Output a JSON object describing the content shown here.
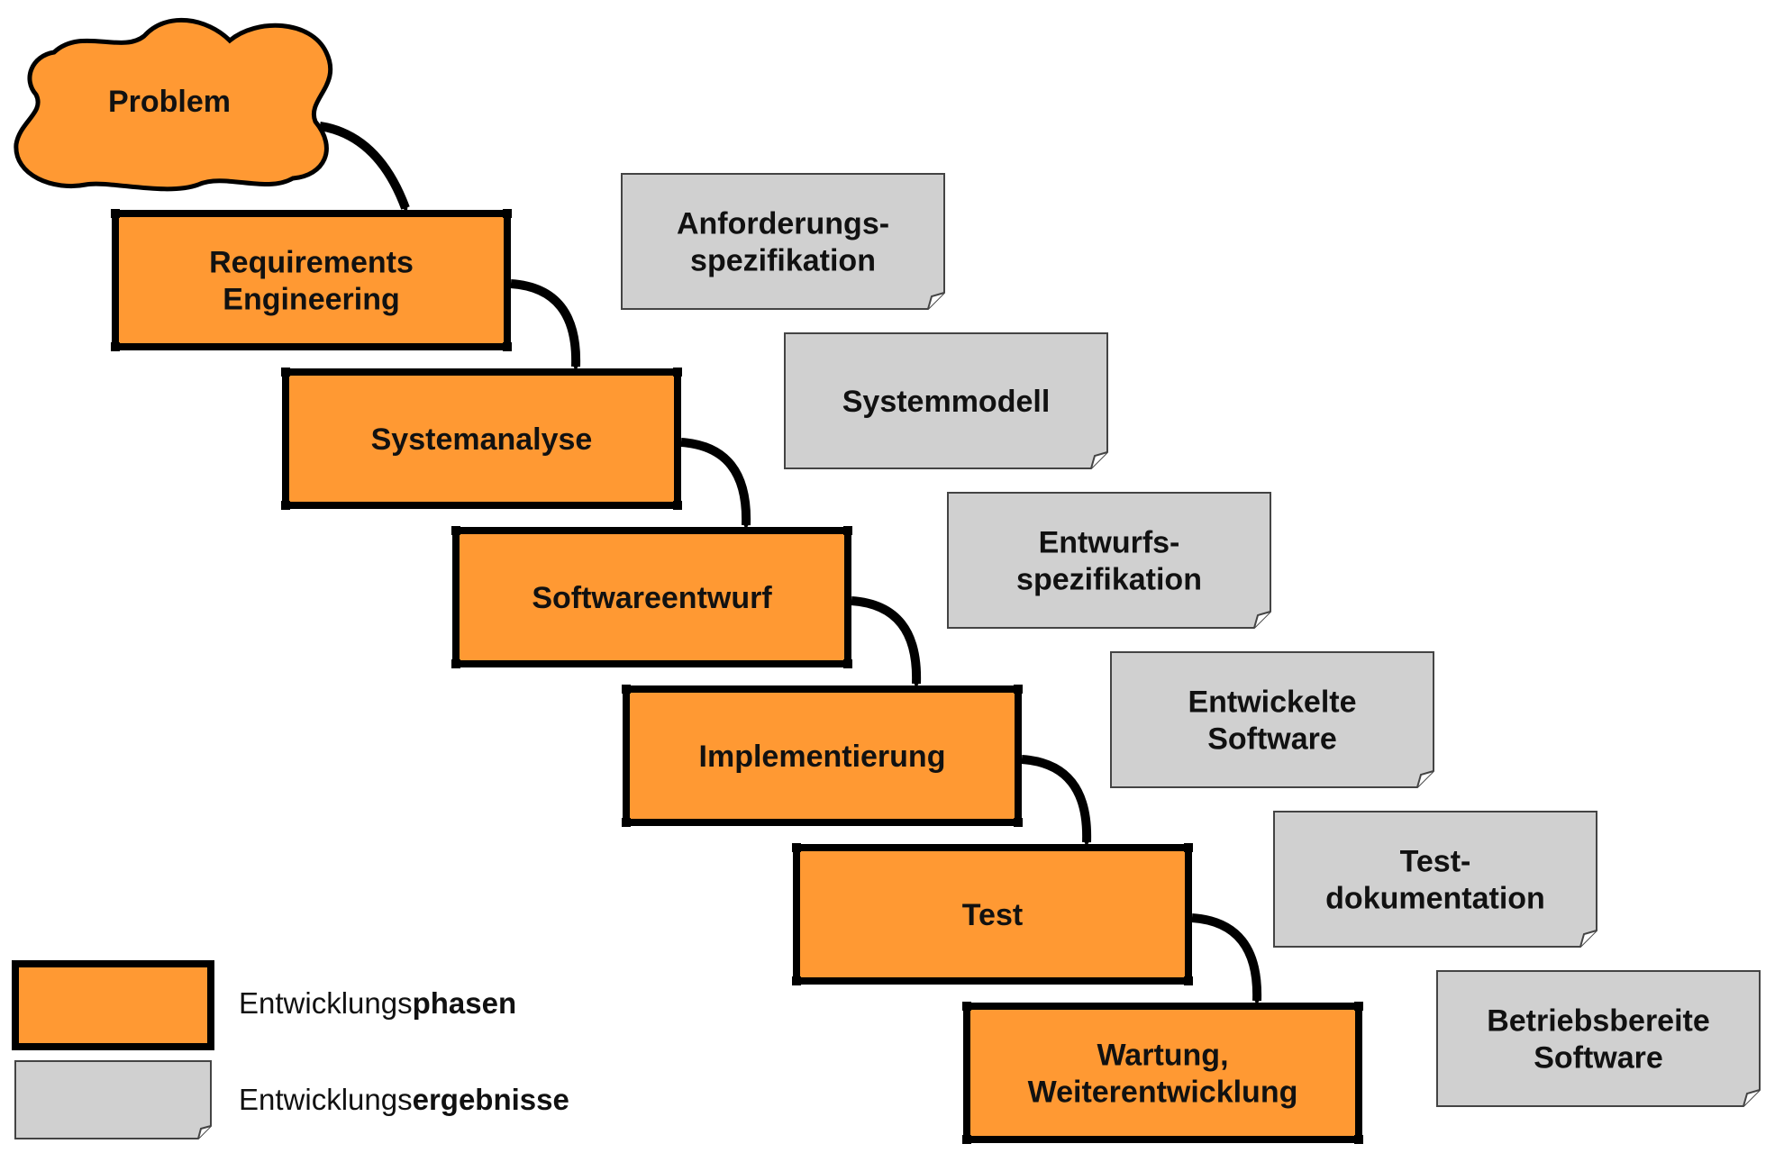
{
  "colors": {
    "phase_fill": "#ff9933",
    "result_fill": "#d0d0d0",
    "outline": "#000000",
    "background": "#ffffff"
  },
  "start": {
    "label": "Problem"
  },
  "phases": [
    {
      "id": "requirements",
      "lines": [
        "Requirements",
        "Engineering"
      ]
    },
    {
      "id": "systemanalyse",
      "lines": [
        "Systemanalyse"
      ]
    },
    {
      "id": "softwareentwurf",
      "lines": [
        "Softwareentwurf"
      ]
    },
    {
      "id": "implementierung",
      "lines": [
        "Implementierung"
      ]
    },
    {
      "id": "test",
      "lines": [
        "Test"
      ]
    },
    {
      "id": "wartung",
      "lines": [
        "Wartung,",
        "Weiterentwicklung"
      ]
    }
  ],
  "results": [
    {
      "id": "anforderungsspezifikation",
      "lines": [
        "Anforderungs-",
        "spezifikation"
      ]
    },
    {
      "id": "systemmodell",
      "lines": [
        "Systemmodell"
      ]
    },
    {
      "id": "entwurfsspezifikation",
      "lines": [
        "Entwurfs-",
        "spezifikation"
      ]
    },
    {
      "id": "entwickelte-software",
      "lines": [
        "Entwickelte",
        "Software"
      ]
    },
    {
      "id": "testdokumentation",
      "lines": [
        "Test-",
        "dokumentation"
      ]
    },
    {
      "id": "betriebsbereite-software",
      "lines": [
        "Betriebsbereite",
        "Software"
      ]
    }
  ],
  "legend": {
    "phases": {
      "prefix": "Entwicklungs",
      "bold": "phasen"
    },
    "results": {
      "prefix": "Entwicklungs",
      "bold": "ergebnisse"
    }
  }
}
